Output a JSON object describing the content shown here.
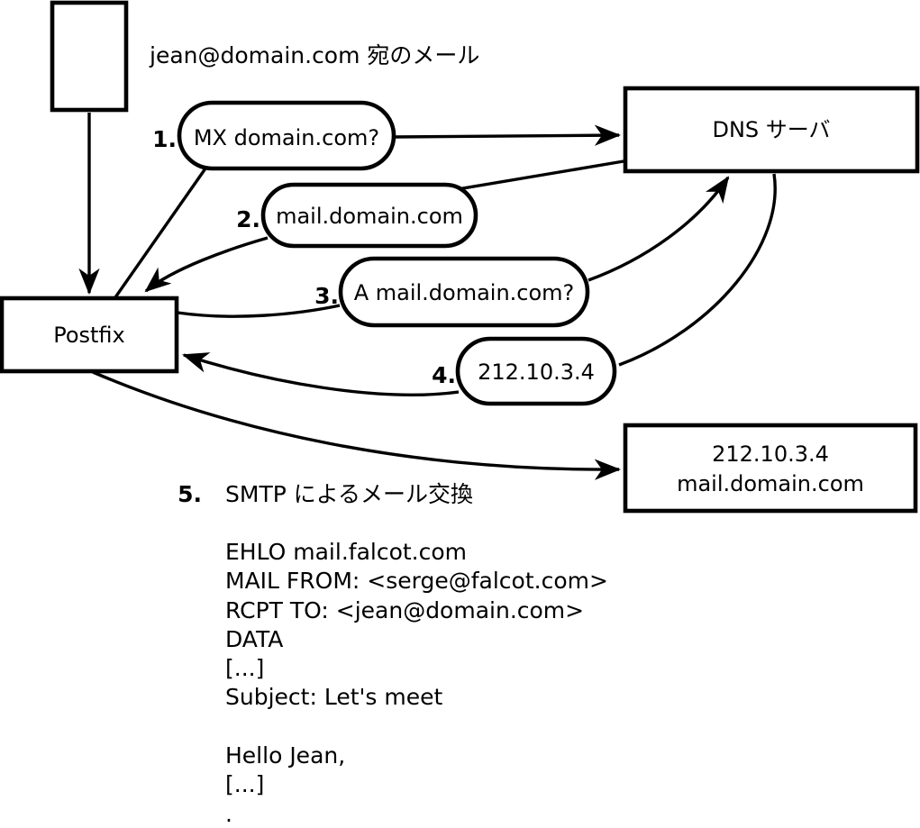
{
  "diagram": {
    "annotation": "jean@domain.com 宛のメール",
    "nodes": {
      "postfix": "Postfix",
      "dns_server": "DNS サーバ",
      "mail_server_ip": "212.10.3.4",
      "mail_server_host": "mail.domain.com"
    },
    "steps": [
      {
        "num": "1.",
        "label": "MX domain.com?"
      },
      {
        "num": "2.",
        "label": "mail.domain.com"
      },
      {
        "num": "3.",
        "label": "A mail.domain.com?"
      },
      {
        "num": "4.",
        "label": "212.10.3.4"
      },
      {
        "num": "5.",
        "label": "SMTP によるメール交換"
      }
    ],
    "smtp_session": {
      "lines": [
        "EHLO mail.falcot.com",
        "MAIL FROM: <serge@falcot.com>",
        "RCPT TO: <jean@domain.com>",
        "DATA",
        "[...]",
        "Subject: Let's meet",
        "",
        "Hello Jean,",
        "[...]",
        "."
      ]
    },
    "colors": {
      "ink": "#000000",
      "background": "#ffffff"
    }
  }
}
